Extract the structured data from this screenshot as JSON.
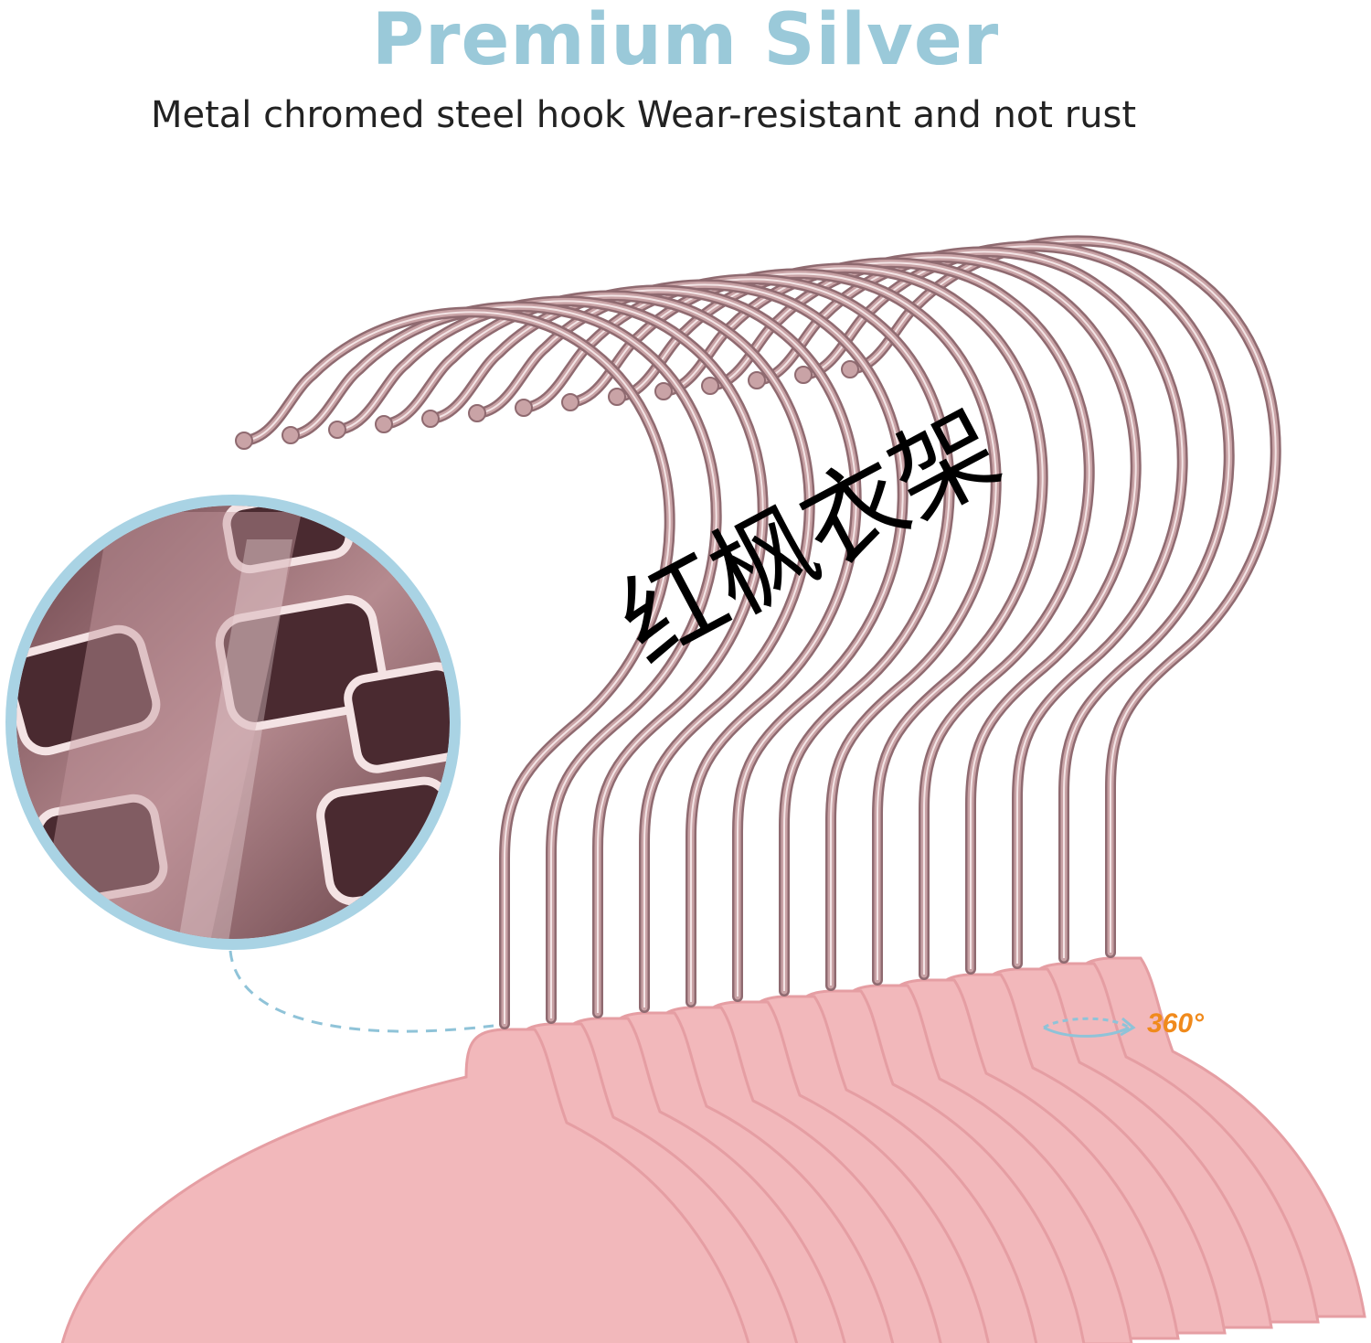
{
  "heading": {
    "title": "Premium Silver",
    "subtitle": "Metal chromed steel hook Wear-resistant and not rust"
  },
  "callout": {
    "rotation_label": "360°"
  },
  "watermark": {
    "text": "红枫衣架"
  },
  "product": {
    "hanger_count": 14
  },
  "colors": {
    "title": "#9ac9d9",
    "hook_metal": "#c9a3a6",
    "hook_shadow": "#8f6a70",
    "hanger_body": "#f2b8bb",
    "hanger_edge": "#e59ea3",
    "zoom_ring": "#a9d3e4",
    "rotation_label": "#f08a1c",
    "dash_line": "#8fc3d8"
  }
}
